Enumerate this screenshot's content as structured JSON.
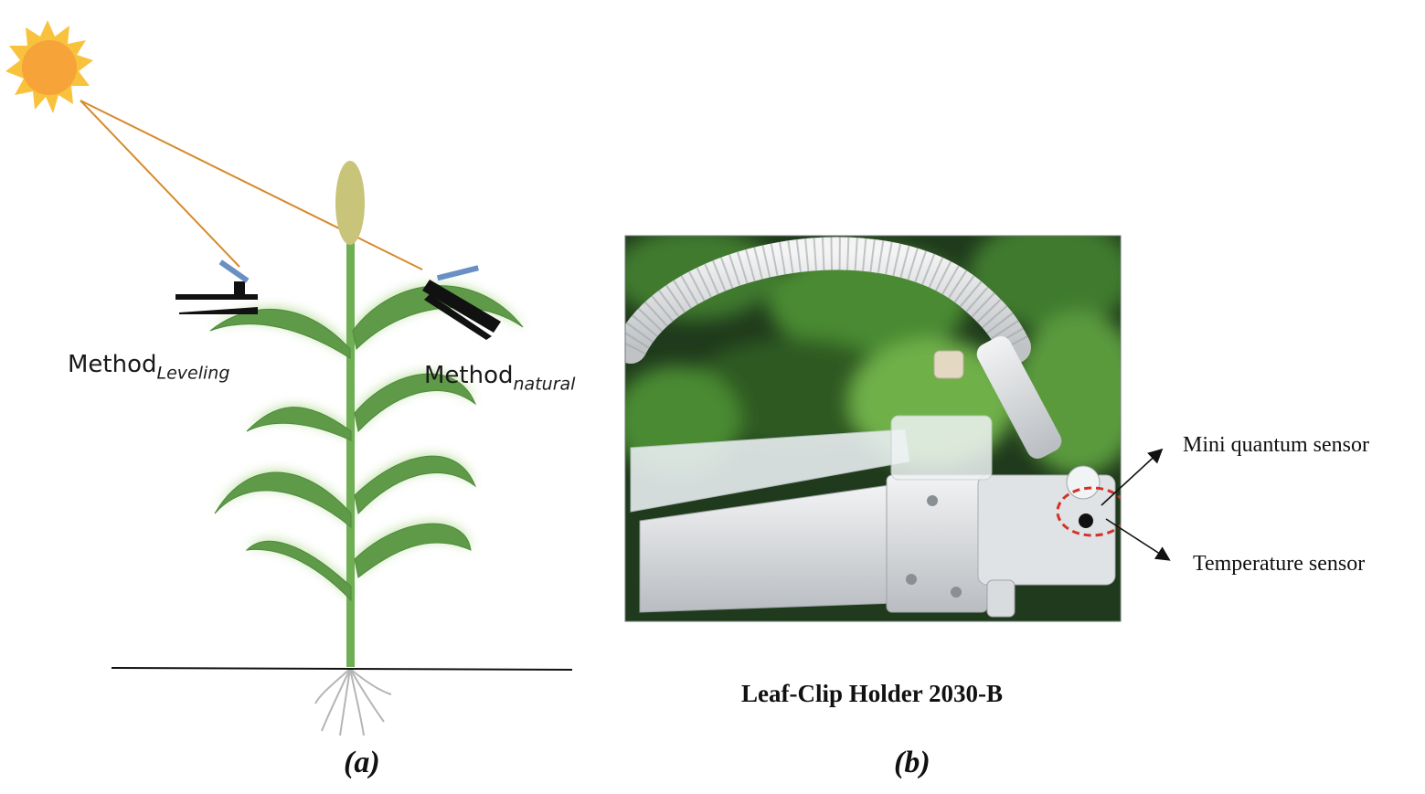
{
  "panel_a": {
    "label": "(a)",
    "method_leveling": {
      "base": "Method",
      "sub": "Leveling"
    },
    "method_natural": {
      "base": "Method",
      "sub": "natural"
    },
    "colors": {
      "sun_core": "#f6a33a",
      "sun_rays": "#f9c23c",
      "ray_line": "#d68a2c",
      "stem": "#6fae55",
      "leaf": "#5e9a48",
      "leaf_glow": "#b9dd9c",
      "roots": "#b5b5b5"
    }
  },
  "panel_b": {
    "label": "(b)",
    "caption": "Leaf-Clip Holder 2030-B",
    "sensor_1": "Mini quantum sensor",
    "sensor_2": "Temperature sensor",
    "colors": {
      "foliage_dark": "#1f3a1c",
      "foliage_mid": "#3f7a2e",
      "foliage_light": "#6fb04a",
      "metal": "#d9dcdf",
      "acrylic": "#e8eef0",
      "highlight_ring": "#d4312a"
    }
  }
}
